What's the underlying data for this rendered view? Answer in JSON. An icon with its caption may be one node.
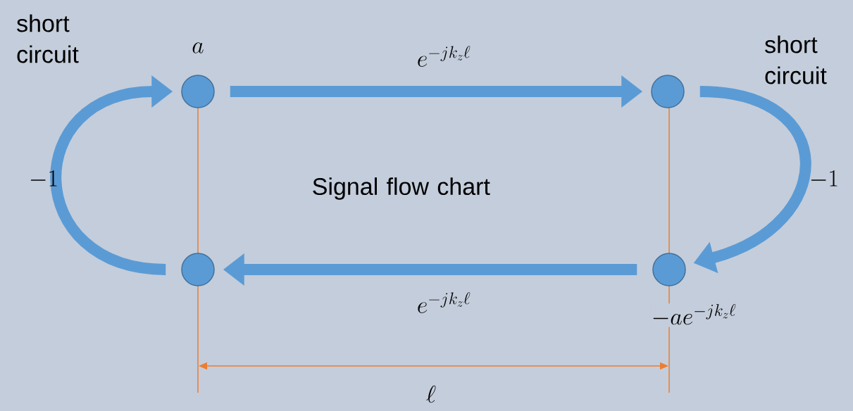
{
  "diagram": {
    "nodes": [
      {
        "text": [],
        "shape": "circle",
        "beside": [
          "a"
        ]
      },
      {
        "text": [],
        "shape": "circle"
      },
      {
        "text": [],
        "shape": "circle"
      },
      {
        "text": [],
        "shape": "circle",
        "beside": [
          "-ae^{-jk_z\\ell}"
        ]
      }
    ],
    "edges": [
      {
        "from": 0,
        "to": 1,
        "arrow": "to",
        "label": "e^{-jk_z\\ell}"
      },
      {
        "from": 1,
        "to": 3,
        "arrow": "to",
        "label": "-1"
      },
      {
        "from": 3,
        "to": 2,
        "arrow": "to",
        "label": "e^{-jk_z\\ell}"
      },
      {
        "from": 2,
        "to": 0,
        "arrow": "to",
        "label": "-1"
      }
    ],
    "labels": [
      "short circuit",
      "short circuit",
      "Signal flow chart",
      "\\ell"
    ]
  }
}
